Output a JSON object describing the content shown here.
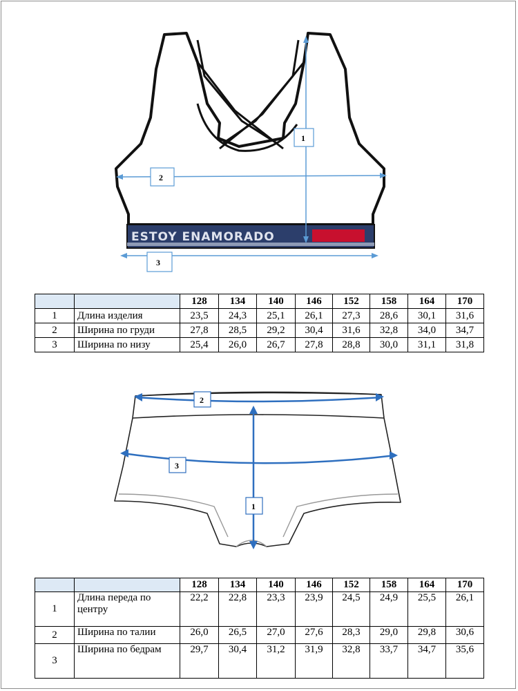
{
  "top_garment": {
    "brand_text": "ESTOY ENAMORADO",
    "markers": [
      "1",
      "2",
      "3"
    ]
  },
  "bottom_garment": {
    "markers": [
      "1",
      "2",
      "3"
    ]
  },
  "top_table": {
    "sizes": [
      "128",
      "134",
      "140",
      "146",
      "152",
      "158",
      "164",
      "170"
    ],
    "rows": [
      {
        "num": "1",
        "name": "Длина изделия",
        "values": [
          "23,5",
          "24,3",
          "25,1",
          "26,1",
          "27,3",
          "28,6",
          "30,1",
          "31,6"
        ]
      },
      {
        "num": "2",
        "name": "Ширина по груди",
        "values": [
          "27,8",
          "28,5",
          "29,2",
          "30,4",
          "31,6",
          "32,8",
          "34,0",
          "34,7"
        ]
      },
      {
        "num": "3",
        "name": "Ширина по низу",
        "values": [
          "25,4",
          "26,0",
          "26,7",
          "27,8",
          "28,8",
          "30,0",
          "31,1",
          "31,8"
        ]
      }
    ]
  },
  "bottom_table": {
    "sizes": [
      "128",
      "134",
      "140",
      "146",
      "152",
      "158",
      "164",
      "170"
    ],
    "rows": [
      {
        "num": "1",
        "name": "Длина переда по центру",
        "values": [
          "22,2",
          "22,8",
          "23,3",
          "23,9",
          "24,5",
          "24,9",
          "25,5",
          "26,1"
        ]
      },
      {
        "num": "2",
        "name": "Ширина по талии",
        "values": [
          "26,0",
          "26,5",
          "27,0",
          "27,6",
          "28,3",
          "29,0",
          "29,8",
          "30,6"
        ]
      },
      {
        "num": "3",
        "name": "Ширина по бедрам",
        "values": [
          "29,7",
          "30,4",
          "31,2",
          "31,9",
          "32,8",
          "33,7",
          "34,7",
          "35,6"
        ]
      }
    ]
  },
  "colors": {
    "measure_line": "#5b9bd5",
    "measure_line_dark": "#2e6fbf",
    "band": "#2c3e6b",
    "band_accent": "#c8102e",
    "header_fill": "#dde9f5"
  }
}
